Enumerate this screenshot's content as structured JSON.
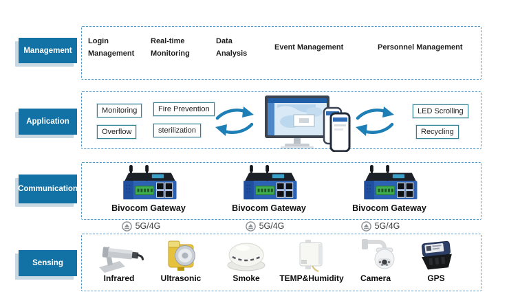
{
  "colors": {
    "accent_blue": "#1272a5",
    "dashed_border": "#4e97c9",
    "app_box_border": "#35808e",
    "arrow_blue": "#1d7fb5"
  },
  "management": {
    "label": "Management",
    "items": [
      "Login Management",
      "Real-time Monitoring",
      "Data Analysis",
      "Event Management",
      "Personnel Management"
    ]
  },
  "application": {
    "label": "Application",
    "boxes": [
      "Monitoring",
      "Fire Prevention",
      "Overflow",
      "sterilization",
      "LED Scrolling",
      "Recycling"
    ]
  },
  "communication": {
    "label": "Communication",
    "gateways": [
      "Bivocom Gateway",
      "Bivocom Gateway",
      "Bivocom Gateway"
    ],
    "links": [
      "5G/4G",
      "5G/4G",
      "5G/4G"
    ]
  },
  "sensing": {
    "label": "Sensing",
    "sensors": [
      "Infrared",
      "Ultrasonic",
      "Smoke",
      "TEMP&Humidity",
      "Camera",
      "GPS"
    ]
  }
}
